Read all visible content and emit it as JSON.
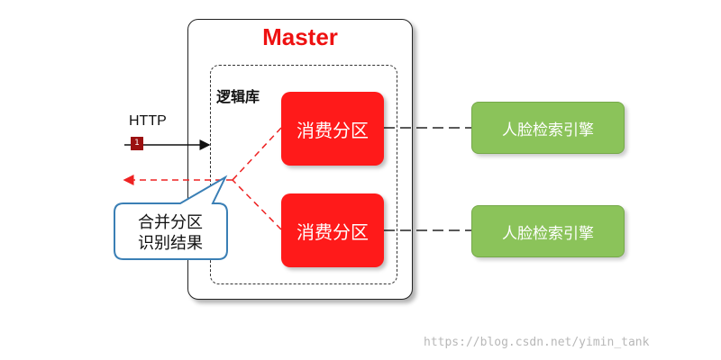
{
  "master": {
    "title": "Master"
  },
  "logic": {
    "label": "逻辑库"
  },
  "partitions": [
    {
      "label": "消费分区"
    },
    {
      "label": "消费分区"
    }
  ],
  "engines": [
    {
      "label": "人脸检索引擎"
    },
    {
      "label": "人脸检索引擎"
    }
  ],
  "request": {
    "protocol": "HTTP",
    "badge": "1"
  },
  "callout": {
    "line1": "合并分区",
    "line2": "识别结果"
  },
  "watermark": "https://blog.csdn.net/yimin_tank",
  "colors": {
    "partition": "#ff1a1a",
    "engine": "#8bc35a",
    "title": "#ee1111",
    "return_arrow": "#ee2222",
    "callout_border": "#3a7fb5"
  }
}
